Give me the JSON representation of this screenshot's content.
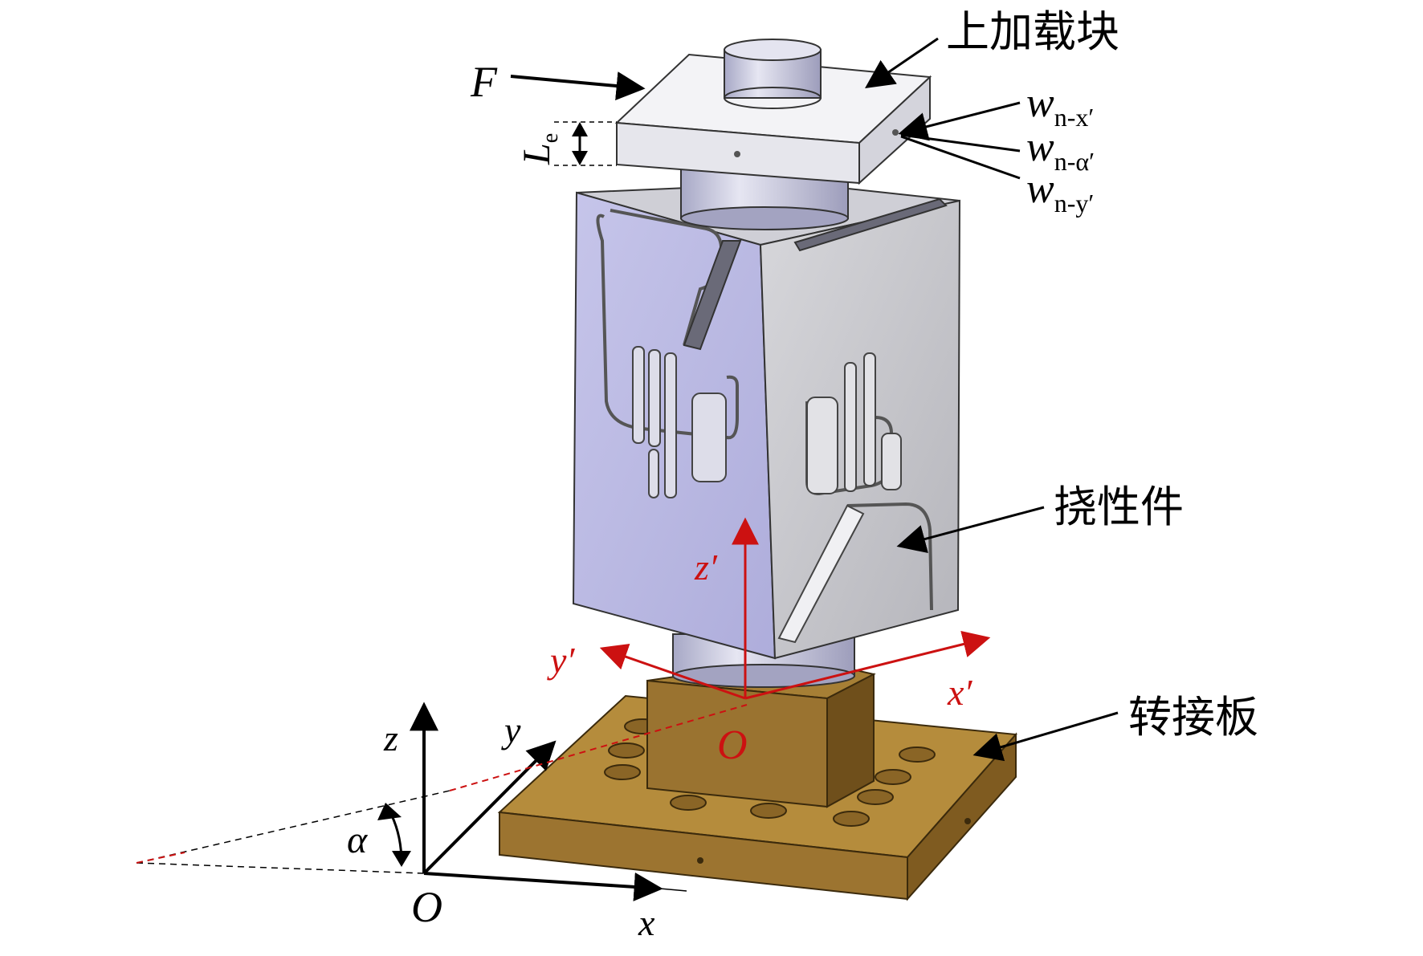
{
  "labels": {
    "force": "F",
    "upper_load_block": "上加载块",
    "flexure": "挠性件",
    "adapter_plate": "转接板",
    "le_main": "L",
    "le_sub": "e",
    "w_letter": "w",
    "wx_sub": "n-x′",
    "walpha_sub": "n-α′",
    "wy_sub": "n-y′",
    "local_z": "z′",
    "local_y": "y′",
    "local_x": "x′",
    "local_origin": "O",
    "global_z": "z",
    "global_y": "y",
    "global_x": "x",
    "global_origin": "O",
    "angle": "α"
  },
  "colors": {
    "local_frame": "#cc1111",
    "global_frame": "#000000",
    "flexure_left_face": "#b9b8e3",
    "flexure_right_face": "#c9c9cf",
    "load_block": "#f1f1f4",
    "base_plate_top": "#b48a3a",
    "base_plate_side": "#8a6325"
  },
  "icons": [
    "arrow-icon",
    "double-arrow-icon"
  ]
}
